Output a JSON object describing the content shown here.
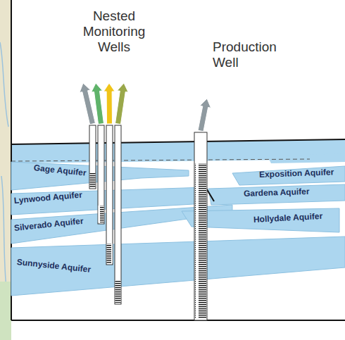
{
  "diagram": {
    "nodes": [
      {
        "text": [
          "Gage Aquifer"
        ]
      },
      {
        "text": [
          "Exposition Aquifer"
        ]
      },
      {
        "text": [
          "Lynwood Aquifer"
        ]
      },
      {
        "text": [
          "Gardena Aquifer"
        ]
      },
      {
        "text": [
          "Silverado Aquifer"
        ]
      },
      {
        "text": [
          "Hollydale Aquifer"
        ]
      },
      {
        "text": [
          "Sunnyside Aquifer"
        ]
      }
    ],
    "labels": [
      "Nested Monitoring Wells",
      "Production Well"
    ]
  }
}
